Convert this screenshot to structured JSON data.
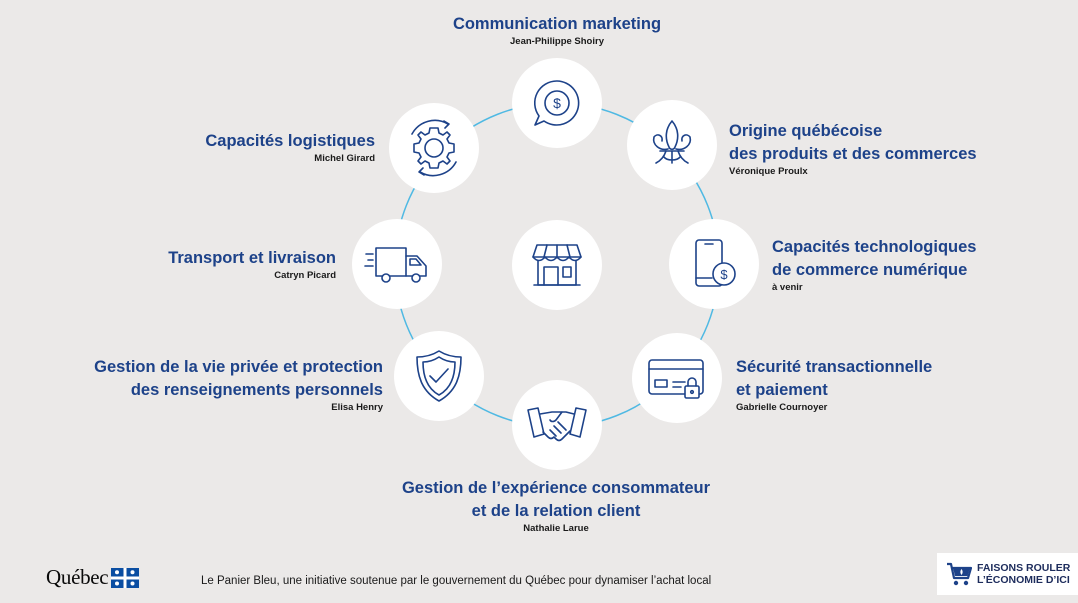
{
  "colors": {
    "background": "#ebe9e8",
    "title": "#1d4289",
    "subtitle": "#1a1a1a",
    "ring": "#4fb9e3",
    "icon_stroke": "#1d4289"
  },
  "center": {
    "icon": "storefront-icon"
  },
  "topics": [
    {
      "icon": "chat-dollar-icon",
      "title_lines": [
        "Communication marketing"
      ],
      "subtitle": "Jean-Philippe Shoiry"
    },
    {
      "icon": "fleur-de-lis-icon",
      "title_lines": [
        "Origine québécoise",
        "des produits et des commerces"
      ],
      "subtitle": "Véronique Proulx"
    },
    {
      "icon": "smartphone-dollar-icon",
      "title_lines": [
        "Capacités technologiques",
        "de commerce numérique"
      ],
      "subtitle": "à venir"
    },
    {
      "icon": "credit-card-lock-icon",
      "title_lines": [
        "Sécurité transactionnelle",
        "et paiement"
      ],
      "subtitle": "Gabrielle Cournoyer"
    },
    {
      "icon": "handshake-icon",
      "title_lines": [
        "Gestion de l’expérience consommateur",
        "et de la relation client"
      ],
      "subtitle": "Nathalie Larue"
    },
    {
      "icon": "shield-check-icon",
      "title_lines": [
        "Gestion de la vie privée et protection",
        "des renseignements personnels"
      ],
      "subtitle": "Elisa Henry"
    },
    {
      "icon": "delivery-truck-icon",
      "title_lines": [
        "Transport et livraison"
      ],
      "subtitle": "Catryn Picard"
    },
    {
      "icon": "gear-cycle-icon",
      "title_lines": [
        "Capacités logistiques"
      ],
      "subtitle": "Michel Girard"
    }
  ],
  "footer": {
    "logo_text": "Québec",
    "logo_icon": "quebec-flag-icon",
    "text": "Le Panier Bleu, une initiative soutenue par le gouvernement du Québec pour dynamiser l’achat local",
    "badge_icon": "shopping-cart-icon",
    "badge_lines": [
      "FAISONS ROULER",
      "L’ÉCONOMIE D’ICI"
    ]
  }
}
